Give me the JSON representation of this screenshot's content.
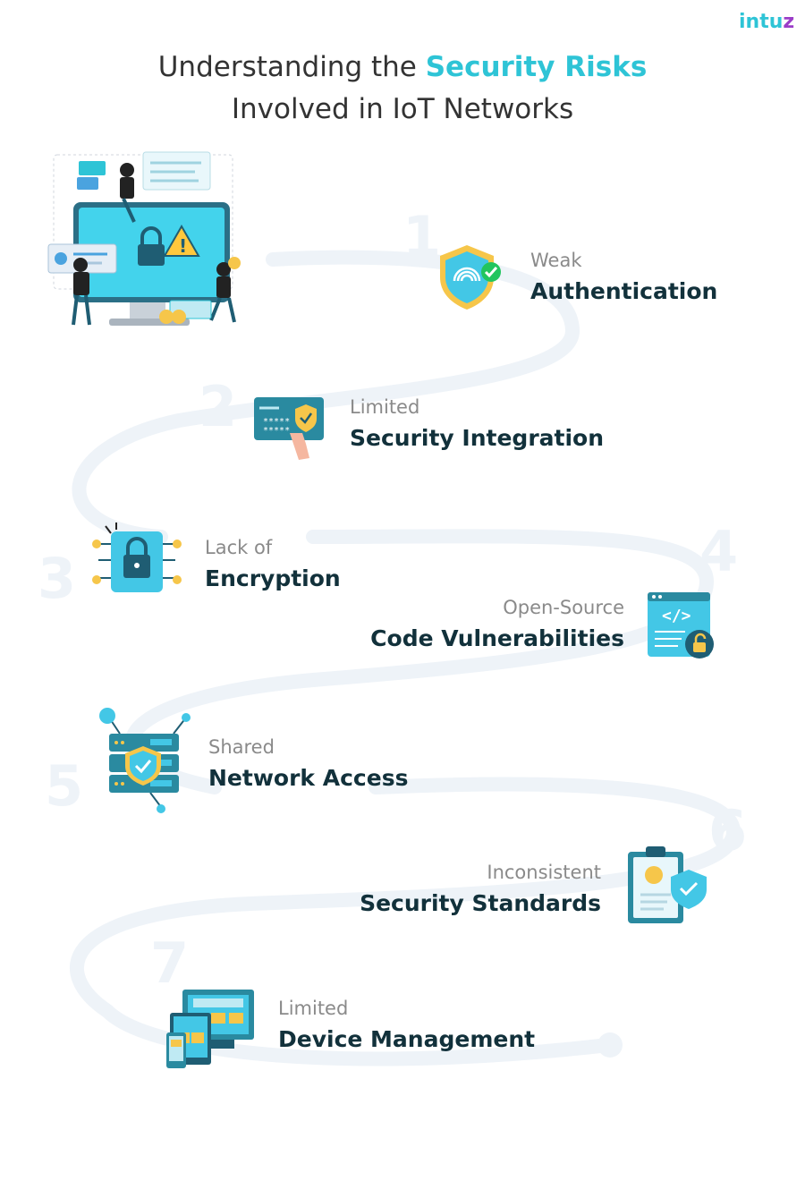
{
  "brand": {
    "logo_main": "intu",
    "logo_accent": "z"
  },
  "title": {
    "line1_prefix": "Understanding the ",
    "line1_highlight": "Security Risks",
    "line2": "Involved in IoT Networks"
  },
  "colors": {
    "accent": "#2ec4d6",
    "heading": "#12313b",
    "subtext": "#8a8a8a",
    "path": "#eef3f8"
  },
  "steps": [
    {
      "number": "1",
      "sub": "Weak",
      "main": "Authentication",
      "icon": "fingerprint-shield-icon"
    },
    {
      "number": "2",
      "sub": "Limited",
      "main": "Security Integration",
      "icon": "password-card-icon"
    },
    {
      "number": "3",
      "sub": "Lack of",
      "main": "Encryption",
      "icon": "padlock-chip-icon"
    },
    {
      "number": "4",
      "sub": "Open-Source",
      "main": "Code Vulnerabilities",
      "icon": "code-window-lock-icon"
    },
    {
      "number": "5",
      "sub": "Shared",
      "main": "Network Access",
      "icon": "server-shield-icon"
    },
    {
      "number": "6",
      "sub": "Inconsistent",
      "main": "Security Standards",
      "icon": "clipboard-shield-icon"
    },
    {
      "number": "7",
      "sub": "Limited",
      "main": "Device Management",
      "icon": "multi-device-icon"
    }
  ]
}
